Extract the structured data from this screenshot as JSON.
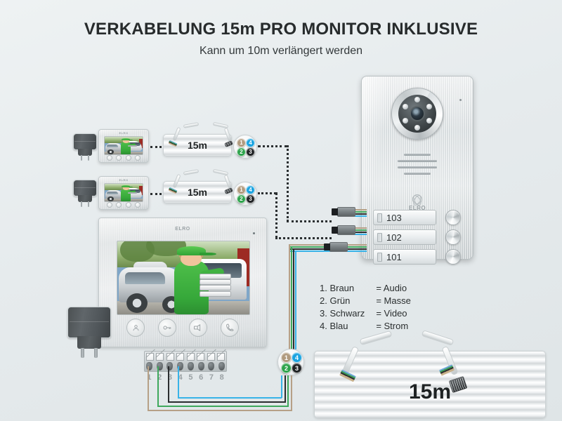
{
  "header": {
    "title": "VERKABELUNG 15m PRO MONITOR INKLUSIVE",
    "subtitle": "Kann um 10m verlängert werden"
  },
  "brand": "ELRO",
  "door_station": {
    "nameplates": [
      {
        "label": "103"
      },
      {
        "label": "102"
      },
      {
        "label": "101"
      }
    ],
    "bell_count": 3,
    "led_count": 6
  },
  "monitors": [
    {
      "id": "monitor-small-1",
      "size": "small"
    },
    {
      "id": "monitor-small-2",
      "size": "small"
    },
    {
      "id": "monitor-main",
      "size": "large"
    }
  ],
  "monitor_buttons": [
    {
      "name": "view-button",
      "icon": "person-icon"
    },
    {
      "name": "unlock-button",
      "icon": "key-icon"
    },
    {
      "name": "talk-button",
      "icon": "speaker-icon"
    },
    {
      "name": "call-button",
      "icon": "handset-icon"
    }
  ],
  "cables": [
    {
      "id": "cable-coil-1",
      "label": "15m"
    },
    {
      "id": "cable-coil-2",
      "label": "15m"
    },
    {
      "id": "cable-coil-main",
      "label": "15m"
    }
  ],
  "wire_badges": [
    {
      "num": "1",
      "color": "#b09a7e"
    },
    {
      "num": "4",
      "color": "#1aa3e0"
    },
    {
      "num": "2",
      "color": "#2da34b"
    },
    {
      "num": "3",
      "color": "#1f2224"
    }
  ],
  "terminal_block": {
    "terminals": [
      "1",
      "2",
      "3",
      "4",
      "5",
      "6",
      "7",
      "8"
    ],
    "connected": [
      {
        "terminal": "1",
        "color": "#b6a086"
      },
      {
        "terminal": "2",
        "color": "#3fa85c"
      },
      {
        "terminal": "3",
        "color": "#2a2d2f"
      },
      {
        "terminal": "4",
        "color": "#38b3e8"
      }
    ]
  },
  "legend": {
    "rows": [
      {
        "name": "1. Braun",
        "eq": "= Audio"
      },
      {
        "name": "2. Grün",
        "eq": "= Masse"
      },
      {
        "name": "3. Schwarz",
        "eq": "= Video"
      },
      {
        "name": "4. Blau",
        "eq": "= Strom"
      }
    ]
  },
  "colors": {
    "background": "#e8edee",
    "brown": "#b6a086",
    "green": "#3fa85c",
    "black": "#2a2d2f",
    "blue": "#38b3e8"
  }
}
